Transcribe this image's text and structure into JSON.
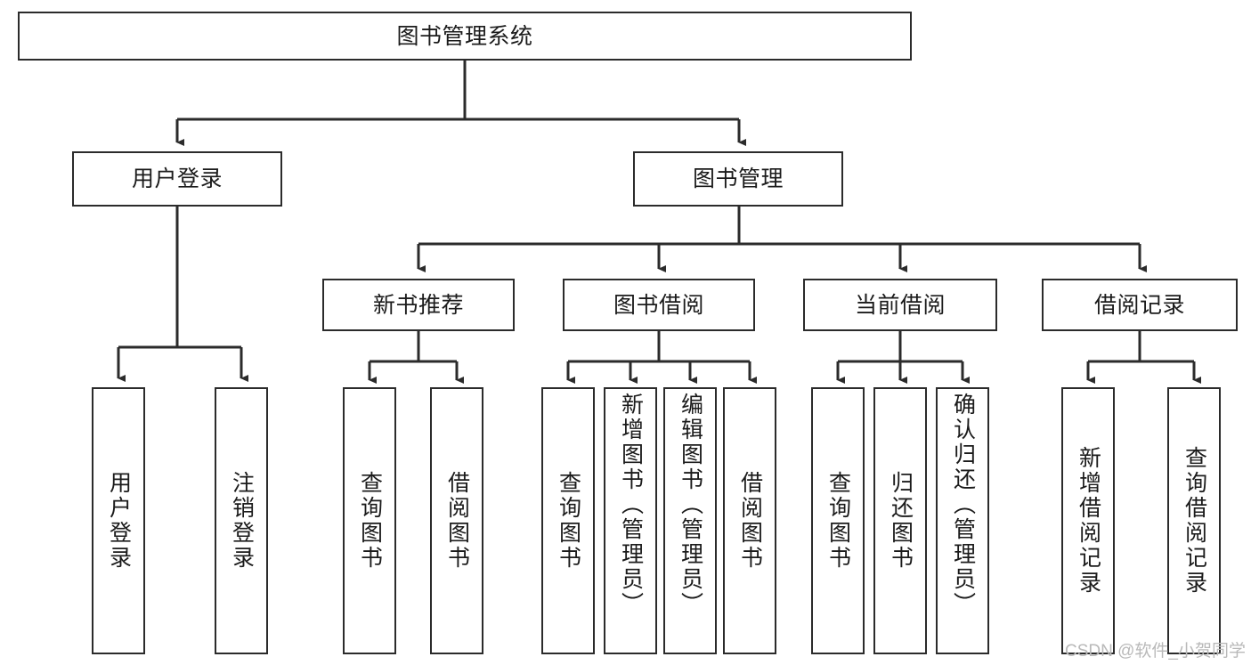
{
  "diagram": {
    "title": "图书管理系统",
    "type": "tree",
    "watermark": "CSDN @软件_小贺同学",
    "colors": {
      "stroke": "#2b2b2b",
      "fill": "#ffffff",
      "text": "#1b1b1b",
      "watermark": "#b9b9b9"
    },
    "nodes": {
      "root": "图书管理系统",
      "level2": [
        "用户登录",
        "图书管理"
      ],
      "level3": [
        "新书推荐",
        "图书借阅",
        "当前借阅",
        "借阅记录"
      ],
      "leaves": {
        "user_login": [
          "用户登录",
          "注销登录"
        ],
        "new_book_recommend": [
          "查询图书",
          "借阅图书"
        ],
        "book_borrow": [
          "查询图书",
          "新增图书（管理员）",
          "编辑图书（管理员）",
          "借阅图书"
        ],
        "current_borrow": [
          "查询图书",
          "归还图书",
          "确认归还（管理员）"
        ],
        "borrow_record": [
          "新增借阅记录",
          "查询借阅记录"
        ]
      }
    }
  }
}
